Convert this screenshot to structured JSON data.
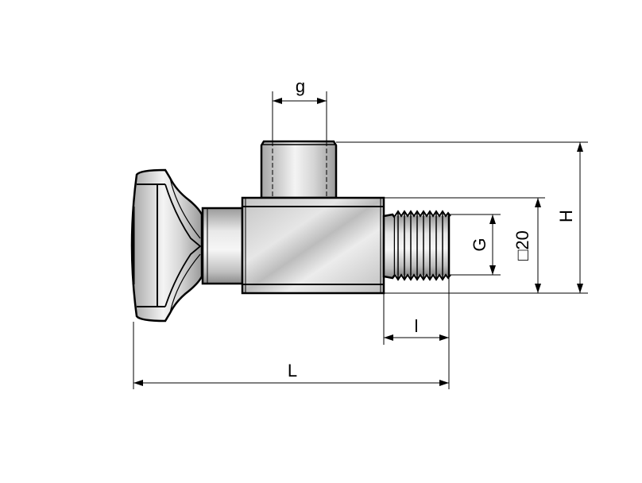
{
  "drawing": {
    "part": "valve-body-with-knob",
    "dimensions": {
      "g": "g",
      "H": "H",
      "square": "□20",
      "G": "G",
      "l": "l",
      "L": "L"
    }
  }
}
